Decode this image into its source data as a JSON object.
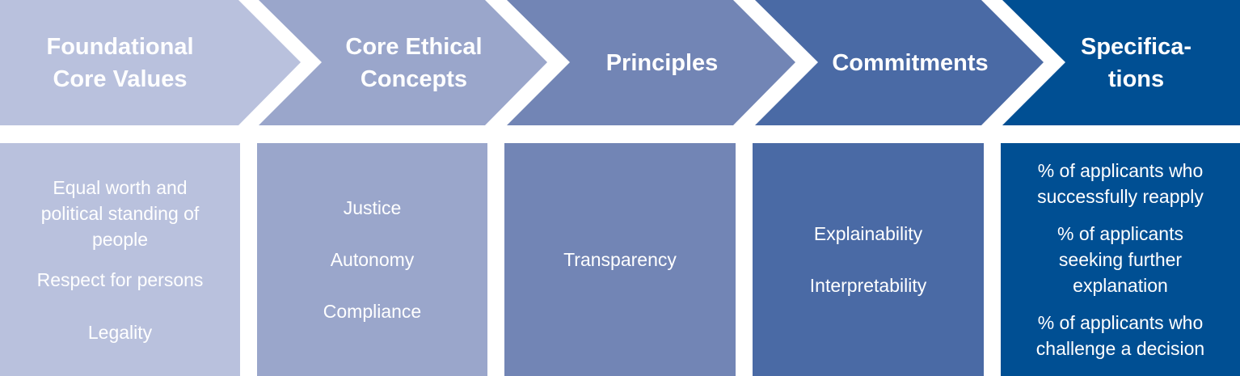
{
  "colors": [
    "#b9c1dd",
    "#9aa6cb",
    "#7285b5",
    "#4a6aa5",
    "#004f93"
  ],
  "stages": [
    {
      "title": "Foundational\nCore Values",
      "items": [
        "Equal worth and\npolitical standing of\npeople",
        "Respect for persons",
        "Legality"
      ]
    },
    {
      "title": "Core Ethical\nConcepts",
      "items": [
        "Justice",
        "Autonomy",
        "Compliance"
      ]
    },
    {
      "title": "Principles",
      "items": [
        "Transparency"
      ]
    },
    {
      "title": "Commitments",
      "items": [
        "Explainability",
        "Interpretability"
      ]
    },
    {
      "title": "Specifica-\ntions",
      "items": [
        "% of applicants who\nsuccessfully reapply",
        "% of applicants\nseeking further\nexplanation",
        "% of applicants who\nchallenge a decision"
      ]
    }
  ]
}
